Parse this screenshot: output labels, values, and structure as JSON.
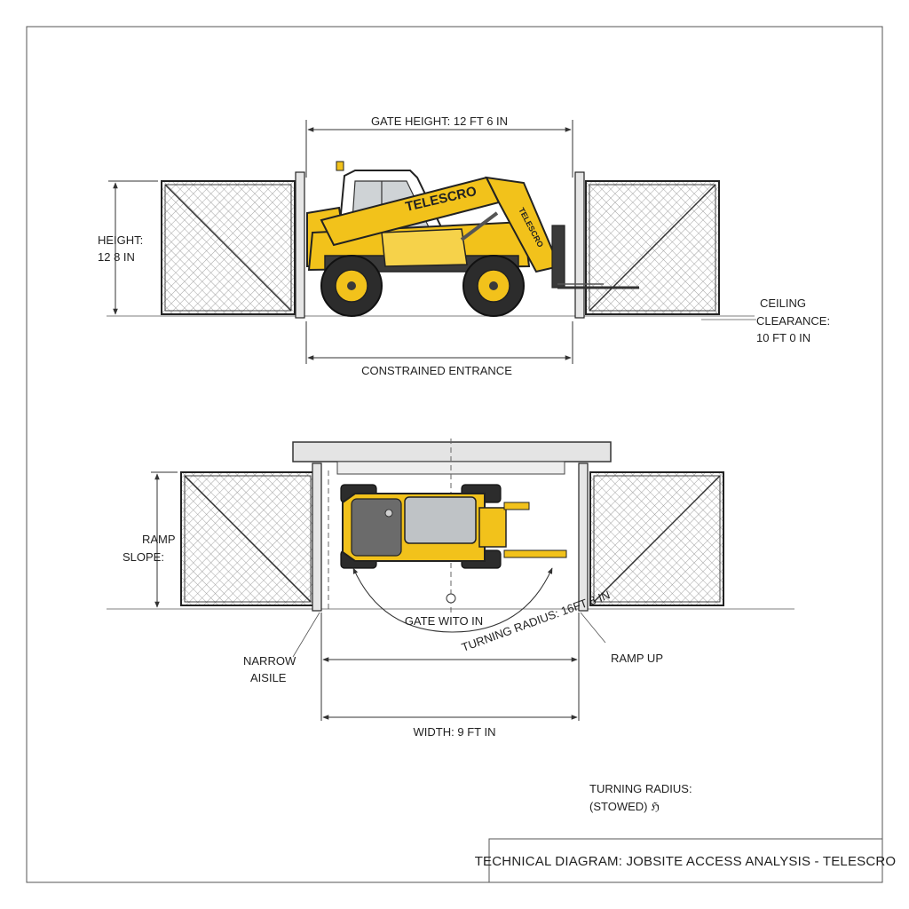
{
  "labels": {
    "gate_height": "GATE HEIGHT: 12 FT 6 IN",
    "height_line1": "HEIGHT:",
    "height_line2": "12 8 IN",
    "ceiling_line1": "CEILING",
    "ceiling_line2": "CLEARANCE:",
    "ceiling_line3": "10 FT 0 IN",
    "constrained": "CONSTRAINED ENTRANCE",
    "ramp_slope_line1": "RAMP",
    "ramp_slope_line2": "SLOPE:",
    "gate_width": "GATE WITO IN",
    "turning_radius_arc": "TURNING RADIUS: 16FT 8 IN",
    "narrow_line1": "NARROW",
    "narrow_line2": "AISILE",
    "ramp_up": "RAMP UP",
    "width": "WIDTH: 9 FT IN",
    "turning_stowed_line1": "TURNING RADIUS:",
    "turning_stowed_line2": "(STOWED) ℌ",
    "title": "TECHNICAL DIAGRAM: JOBSITE ACCESS ANALYSIS - TELESCRO"
  },
  "machine": {
    "brand": "TELESCRO",
    "boom_text": "TELESCRO"
  },
  "colors": {
    "machine_yellow": "#f2c21b",
    "machine_dark": "#3a3a3a",
    "fence_mesh": "#8a8a8a",
    "line": "#333333"
  }
}
